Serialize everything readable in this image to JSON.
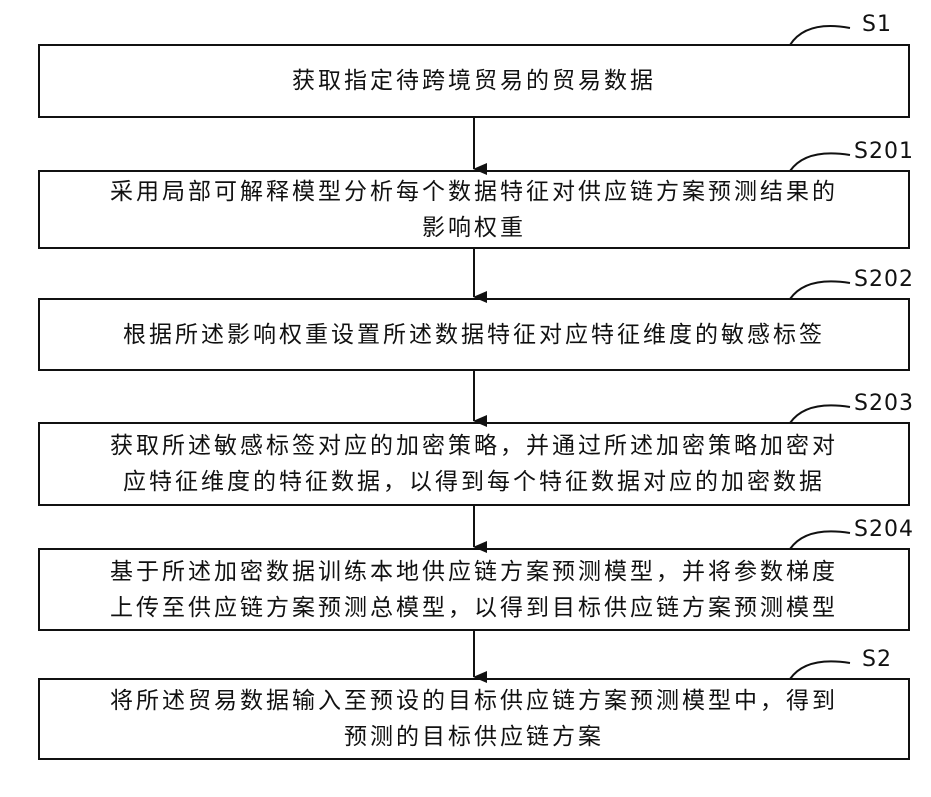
{
  "steps": [
    {
      "id": "S1",
      "text": "获取指定待跨境贸易的贸易数据"
    },
    {
      "id": "S201",
      "text": "采用局部可解释模型分析每个数据特征对供应链方案预测结果的\n影响权重"
    },
    {
      "id": "S202",
      "text": "根据所述影响权重设置所述数据特征对应特征维度的敏感标签"
    },
    {
      "id": "S203",
      "text": "获取所述敏感标签对应的加密策略，并通过所述加密策略加密对\n应特征维度的特征数据，以得到每个特征数据对应的加密数据"
    },
    {
      "id": "S204",
      "text": "基于所述加密数据训练本地供应链方案预测模型，并将参数梯度\n上传至供应链方案预测总模型，以得到目标供应链方案预测模型"
    },
    {
      "id": "S2",
      "text": "将所述贸易数据输入至预设的目标供应链方案预测模型中，得到\n预测的目标供应链方案"
    }
  ]
}
